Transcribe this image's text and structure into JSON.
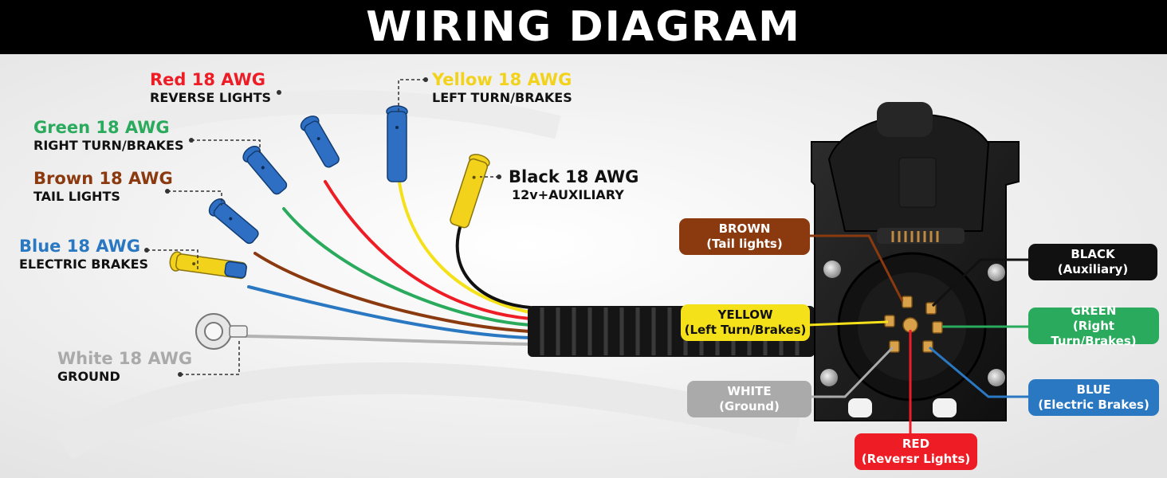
{
  "title": "WIRING DIAGRAM",
  "colors": {
    "red": "#ee1c24",
    "green": "#2aaa5c",
    "brown": "#8b3a0f",
    "blue": "#2a78c2",
    "white": "#aaaaaa",
    "yellow": "#f5e11a",
    "black": "#111111",
    "terminal_blue": "#2e6fc4",
    "terminal_yellow": "#f2d21a"
  },
  "wires": {
    "red": {
      "awg": "Red 18 AWG",
      "function": "REVERSE LIGHTS"
    },
    "green": {
      "awg": "Green 18 AWG",
      "function": "RIGHT TURN/BRAKES"
    },
    "brown": {
      "awg": "Brown 18 AWG",
      "function": "TAIL LIGHTS"
    },
    "blue": {
      "awg": "Blue 18 AWG",
      "function": "ELECTRIC BRAKES"
    },
    "white": {
      "awg": "White 18 AWG",
      "function": "GROUND"
    },
    "yellow": {
      "awg": "Yellow 18 AWG",
      "function": "LEFT TURN/BRAKES"
    },
    "black": {
      "awg": "Black 18 AWG",
      "function": "12v+AUXILIARY"
    }
  },
  "pins": {
    "brown": {
      "name": "BROWN",
      "desc": "(Tail lights)"
    },
    "black": {
      "name": "BLACK",
      "desc": "(Auxiliary)"
    },
    "yellow": {
      "name": "YELLOW",
      "desc": "(Left Turn/Brakes)"
    },
    "green": {
      "name": "GREEN",
      "desc": "(Right Turn/Brakes)"
    },
    "white": {
      "name": "WHITE",
      "desc": "(Ground)"
    },
    "blue": {
      "name": "BLUE",
      "desc": "(Electric Brakes)"
    },
    "red": {
      "name": "RED",
      "desc": "(Reversr Lights)"
    }
  }
}
